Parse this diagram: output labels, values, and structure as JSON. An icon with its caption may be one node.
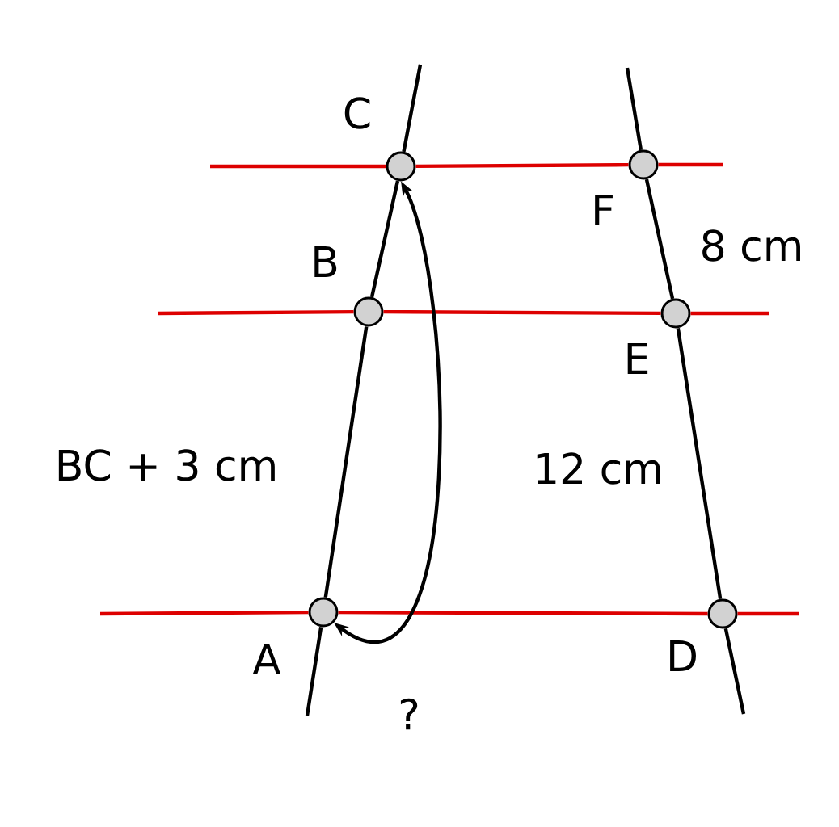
{
  "diagram": {
    "nodes": [
      {
        "text": [],
        "shape": "circle",
        "beside": [
          "C"
        ]
      },
      {
        "text": [],
        "shape": "circle",
        "beside": [
          "F"
        ]
      },
      {
        "text": [],
        "shape": "circle",
        "beside": [
          "B"
        ]
      },
      {
        "text": [],
        "shape": "circle",
        "beside": [
          "E"
        ]
      },
      {
        "text": [],
        "shape": "circle",
        "beside": [
          "A"
        ]
      },
      {
        "text": [],
        "shape": "circle",
        "beside": [
          "D"
        ]
      }
    ],
    "edges": [
      {
        "from": 0,
        "to": 1,
        "arrow": "none",
        "color": "#dd0000"
      },
      {
        "from": 2,
        "to": 3,
        "arrow": "none",
        "color": "#dd0000"
      },
      {
        "from": 4,
        "to": 5,
        "arrow": "none",
        "color": "#dd0000"
      },
      {
        "from": 4,
        "to": 2,
        "arrow": "none"
      },
      {
        "from": 2,
        "to": 0,
        "arrow": "none"
      },
      {
        "from": 5,
        "to": 3,
        "arrow": "none"
      },
      {
        "from": 3,
        "to": 1,
        "arrow": "none"
      },
      {
        "from": 4,
        "to": 0,
        "arrow": "both",
        "label": "?"
      }
    ],
    "labels": [
      "8 cm",
      "BC + 3 cm",
      "12 cm"
    ]
  }
}
